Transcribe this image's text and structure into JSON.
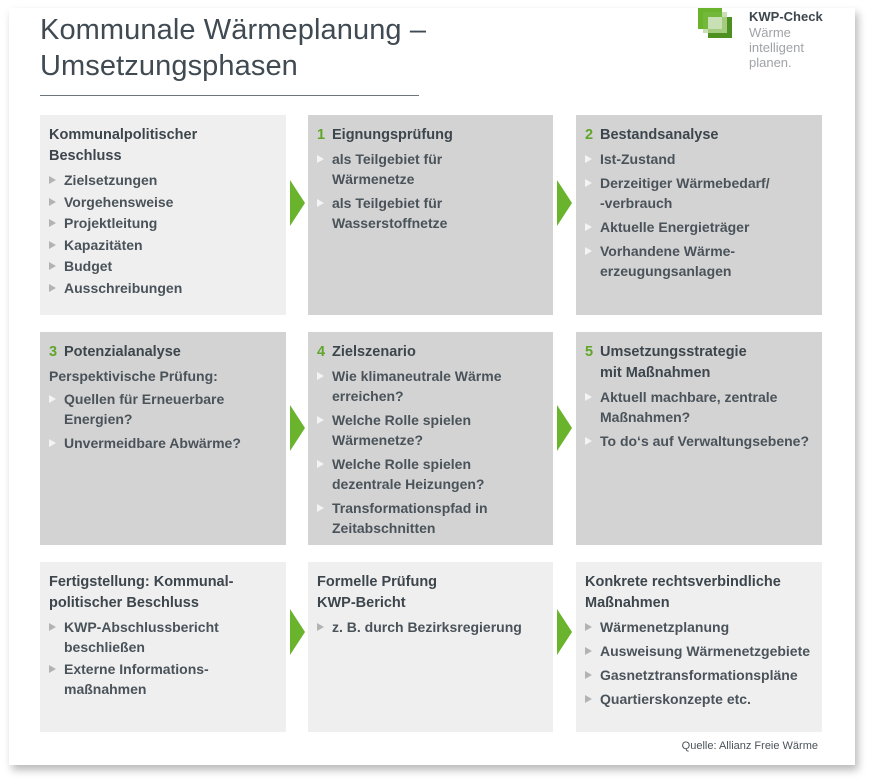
{
  "header": {
    "title_line1": "Kommunale Wärmeplanung –",
    "title_line2": "Umsetzungsphasen"
  },
  "brand": {
    "name": "KWP-Check",
    "tagline_line1": "Wärme",
    "tagline_line2": "intelligent",
    "tagline_line3": "planen.",
    "logo_icon": "overlapping-green-squares-icon",
    "colors": {
      "logo_green": "#6ab42d",
      "logo_light": "#c9e0b4",
      "logo_dark": "#4e8f21"
    }
  },
  "colors": {
    "accent_green": "#6ab42d",
    "number_green": "#5fa62a",
    "box_light": "#efefef",
    "box_dark": "#d3d3d3",
    "text": "#3d464d"
  },
  "boxes": [
    {
      "number": "",
      "title_line1": "Kommunalpolitischer",
      "title_line2": "Beschluss",
      "items": [
        "Zielsetzungen",
        "Vorgehensweise",
        "Projektleitung",
        "Kapazitäten",
        "Budget",
        "Ausschreibungen"
      ]
    },
    {
      "number": "1",
      "title_line1": "Eignungsprüfung",
      "items": [
        "als Teilgebiet für Wärmenetze",
        "als Teilgebiet für Wasserstoffnetze"
      ]
    },
    {
      "number": "2",
      "title_line1": "Bestandsanalyse",
      "items": [
        "Ist-Zustand",
        "Derzeitiger Wärmebedarf/ -verbrauch",
        "Aktuelle Energieträger",
        "Vorhandene Wärme-erzeugungsanlagen"
      ]
    },
    {
      "number": "3",
      "title_line1": "Potenzialanalyse",
      "subtitle": "Perspektivische Prüfung:",
      "items": [
        "Quellen für Erneuerbare Energien?",
        "Unvermeidbare Abwärme?"
      ]
    },
    {
      "number": "4",
      "title_line1": "Zielszenario",
      "items": [
        "Wie klimaneutrale Wärme erreichen?",
        "Welche Rolle spielen Wärmenetze?",
        "Welche Rolle spielen dezentrale Heizungen?",
        "Transformationspfad in Zeitabschnitten"
      ]
    },
    {
      "number": "5",
      "title_line1": "Umsetzungsstrategie",
      "title_line2": "mit Maßnahmen",
      "items": [
        "Aktuell machbare, zentrale Maßnahmen?",
        "To do‘s auf Verwaltungsebene?"
      ]
    },
    {
      "number": "",
      "title_line1": "Fertigstellung: Kommunal-",
      "title_line2": "politischer Beschluss",
      "items": [
        "KWP-Abschlussbericht beschließen",
        "Externe Informations-maßnahmen"
      ]
    },
    {
      "number": "",
      "title_line1": "Formelle Prüfung",
      "title_line2": "KWP-Bericht",
      "items": [
        "z. B. durch Bezirksregierung"
      ]
    },
    {
      "number": "",
      "title_line1": "Konkrete rechtsverbindliche",
      "title_line2": "Maßnahmen",
      "items": [
        "Wärmenetzplanung",
        "Ausweisung Wärmenetzgebiete",
        "Gasnetztransformationspläne",
        "Quartierskonzepte etc."
      ]
    }
  ],
  "item_lines": {
    "b1_i0_a": "als Teilgebiet für",
    "b1_i0_b": "Wärmenetze",
    "b1_i1_a": "als Teilgebiet für",
    "b1_i1_b": "Wasserstoffnetze",
    "b2_i1_a": "Derzeitiger Wärmebedarf/",
    "b2_i1_b": "-verbrauch",
    "b2_i3_a": "Vorhandene Wärme-",
    "b2_i3_b": "erzeugungsanlagen",
    "b3_i0_a": "Quellen für Erneuerbare",
    "b3_i0_b": "Energien?",
    "b4_i0_a": "Wie klimaneutrale Wärme",
    "b4_i0_b": "erreichen?",
    "b4_i1_a": "Welche Rolle spielen",
    "b4_i1_b": "Wärmenetze?",
    "b4_i2_a": "Welche Rolle spielen",
    "b4_i2_b": "dezentrale Heizungen?",
    "b4_i3_a": "Transformationspfad in",
    "b4_i3_b": "Zeitabschnitten",
    "b5_i0_a": "Aktuell machbare, zentrale",
    "b5_i0_b": "Maßnahmen?",
    "b6_i0_a": "KWP-Abschlussbericht",
    "b6_i0_b": "beschließen",
    "b6_i1_a": "Externe Informations-",
    "b6_i1_b": "maßnahmen"
  },
  "footer": {
    "source": "Quelle: Allianz Freie Wärme"
  }
}
